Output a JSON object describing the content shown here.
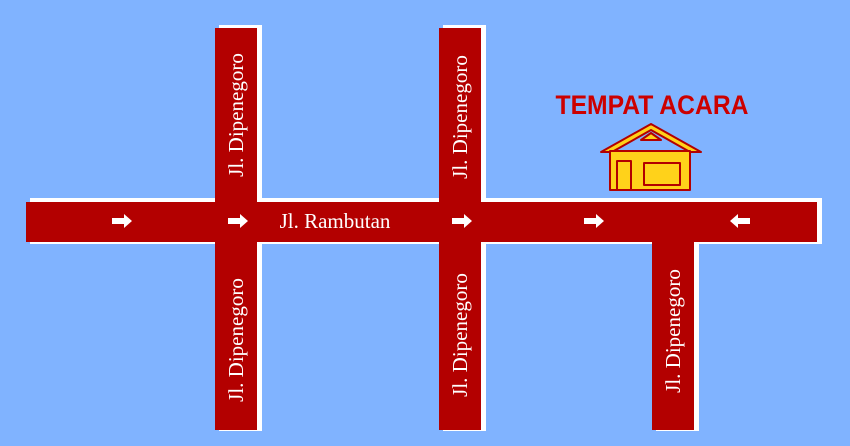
{
  "map": {
    "background_color": "#80b3ff",
    "road_color": "#b30000",
    "road_edge_color": "#ffffff",
    "venue_label_color": "#cc0000",
    "house_fill_color": "#ffd21a",
    "house_outline_color": "#b30000"
  },
  "roads": {
    "main_horizontal": "Jl. Rambutan",
    "vertical_road": "Jl. Dipenegoro"
  },
  "venue": {
    "label": "TEMPAT ACARA",
    "icon": "house-icon"
  },
  "arrows": [
    {
      "direction": "right",
      "icon": "right-arrow-icon"
    },
    {
      "direction": "right",
      "icon": "right-arrow-icon"
    },
    {
      "direction": "right",
      "icon": "right-arrow-icon"
    },
    {
      "direction": "right",
      "icon": "right-arrow-icon"
    },
    {
      "direction": "left",
      "icon": "left-arrow-icon"
    }
  ]
}
